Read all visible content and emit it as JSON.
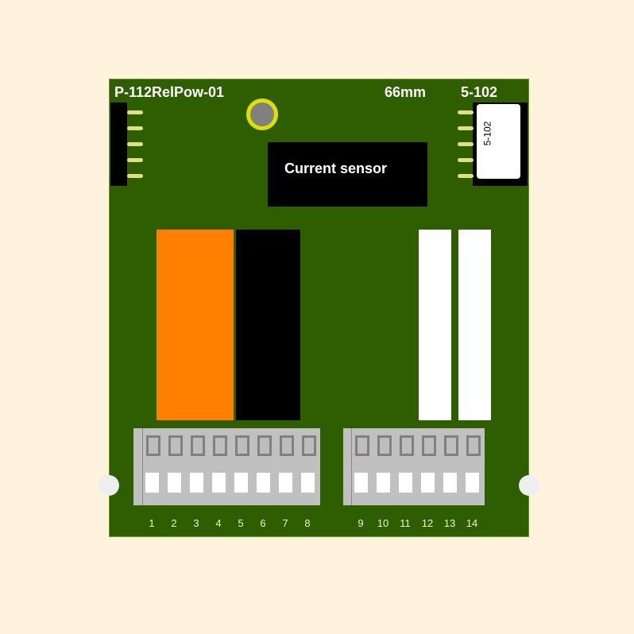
{
  "board": {
    "name": "P-112RelPow-01",
    "width_label": "66mm",
    "connector_label": "5-102",
    "connector_inner_label": "5-102",
    "sensor_label": "Current sensor"
  },
  "terminals": {
    "block1": [
      "1",
      "2",
      "3",
      "4",
      "5",
      "6",
      "7",
      "8"
    ],
    "block2": [
      "9",
      "10",
      "11",
      "12",
      "13",
      "14"
    ]
  },
  "colors": {
    "board": "#2e5e00",
    "relay": "#ff8000",
    "ring": "#e0e000"
  }
}
